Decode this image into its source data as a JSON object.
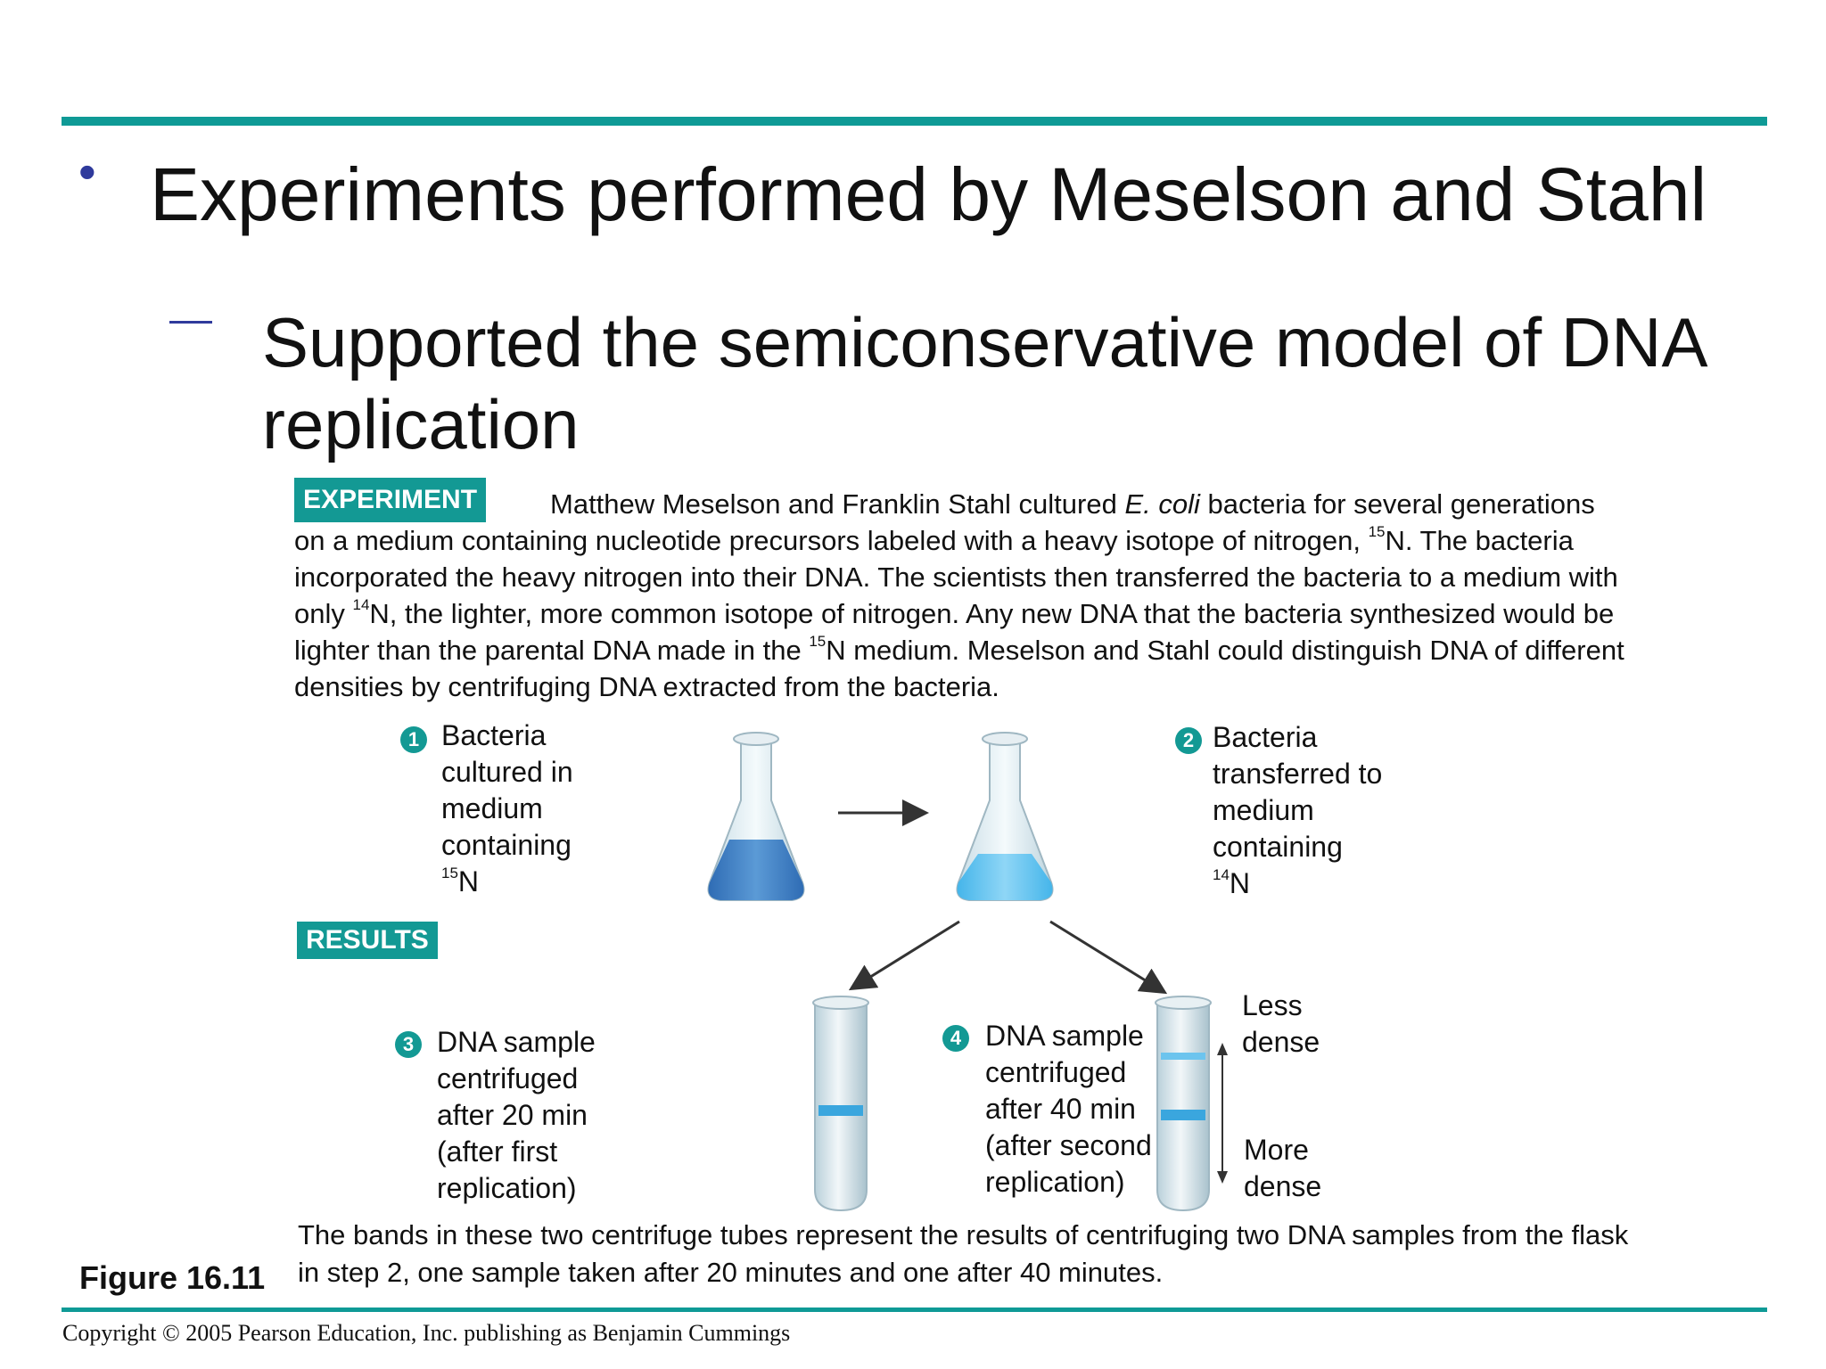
{
  "colors": {
    "accent": "#0f9a96",
    "bullet": "#2f3a9c",
    "heavy_medium": "#3a7cc4",
    "light_medium": "#5ec3ee"
  },
  "slide": {
    "bullet": "•",
    "title": "Experiments performed by Meselson and Stahl",
    "dash": "–",
    "subtitle": "Supported the semiconservative model of DNA replication"
  },
  "experiment": {
    "tag": "EXPERIMENT",
    "line1_a": "Matthew Meselson and Franklin Stahl cultured ",
    "line1_italic": "E. coli",
    "line1_b": " bacteria for several generations",
    "line2_a": "on a medium containing nucleotide precursors labeled with a heavy isotope of nitrogen, ",
    "iso15": "15",
    "line2_b": "N. The bacteria",
    "line3": "incorporated the heavy nitrogen into their DNA. The scientists then transferred the bacteria to a medium with",
    "line4_a": "only ",
    "iso14": "14",
    "line4_b": "N, the lighter, more common isotope of nitrogen. Any new DNA that the bacteria synthesized would be",
    "line5_a": "lighter than the parental DNA made in the ",
    "line5_b": "N medium. Meselson and Stahl could distinguish DNA of different",
    "line6": "densities by centrifuging DNA extracted from the bacteria."
  },
  "steps": {
    "s1": {
      "num": "1",
      "lines": [
        "Bacteria",
        "cultured in",
        "medium",
        "containing"
      ],
      "iso": "15",
      "el": "N"
    },
    "s2": {
      "num": "2",
      "lines": [
        "Bacteria",
        "transferred to",
        "medium",
        "containing"
      ],
      "iso": "14",
      "el": "N"
    },
    "s3": {
      "num": "3",
      "lines": [
        "DNA sample",
        "centrifuged",
        "after 20 min",
        "(after first",
        "replication)"
      ]
    },
    "s4": {
      "num": "4",
      "lines": [
        "DNA sample",
        "centrifuged",
        "after 40 min",
        "(after second",
        "replication)"
      ]
    }
  },
  "results": {
    "tag": "RESULTS"
  },
  "density": {
    "less": [
      "Less",
      "dense"
    ],
    "more": [
      "More",
      "dense"
    ]
  },
  "caption": {
    "line1": "The bands in these two centrifuge tubes represent the results of centrifuging two DNA samples from the flask",
    "line2": "in step 2, one sample taken after 20 minutes and one after 40 minutes."
  },
  "figure_label": "Figure 16.11",
  "copyright": "Copyright © 2005 Pearson Education, Inc. publishing as Benjamin Cummings"
}
